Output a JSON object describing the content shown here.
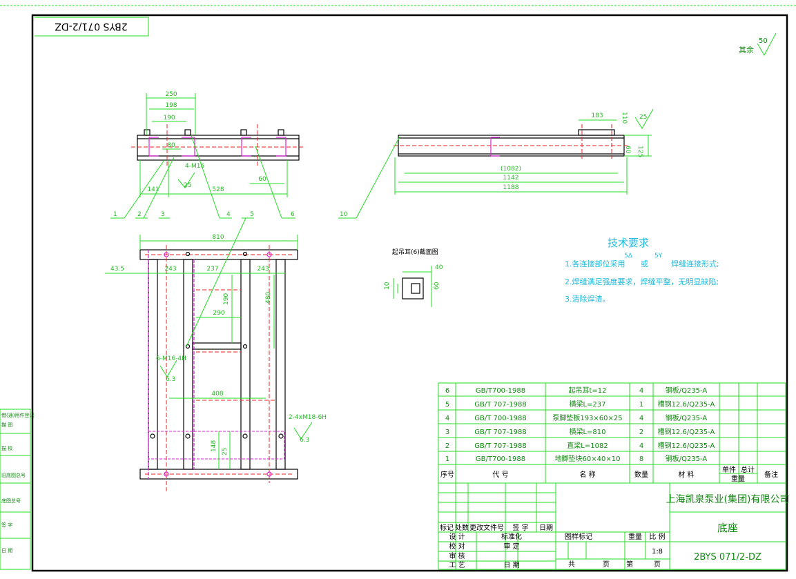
{
  "drawing": {
    "mirror_code": "2BYS 071/2-DZ",
    "roughness_label": "其余",
    "roughness_value": "50",
    "top_roughness_value": "25",
    "section_title": "起吊耳(6)截面图",
    "weld_spec_1": "6.3",
    "weld_spec_2": "6.3",
    "weld_spec_3": "25"
  },
  "top_view_dims": {
    "d250": "250",
    "d198": "198",
    "d190": "190",
    "d80": "80",
    "d141": "141",
    "d528": "528",
    "d60": "60",
    "bolt_callout": "4-M16"
  },
  "side_view_dims": {
    "d183": "183",
    "d1082": "(1082)",
    "d1142": "1142",
    "d1188": "1188",
    "d125": "125",
    "d60": "60",
    "d110": "110"
  },
  "plan_view_dims": {
    "d810": "810",
    "d43_5": "43.5",
    "d243a": "243",
    "d237": "237",
    "d243b": "243",
    "d290": "290",
    "d480": "480",
    "d190": "190",
    "d408": "408",
    "d148": "148",
    "d25": "25",
    "bolt_a": "6-M16-4H",
    "bolt_b": "2-4xM18-6H"
  },
  "section_dims": {
    "d40": "40",
    "d60": "60",
    "d10": "10"
  },
  "balloons": [
    "1",
    "2",
    "3",
    "4",
    "5",
    "6",
    "10"
  ],
  "tech": {
    "title": "技术要求",
    "line1": "1.各连接部位采用",
    "line1_mid": "或",
    "line1_end": "焊缝连接形式;",
    "weld_a": "5Δ",
    "weld_b": "5Y",
    "line2": "2.焊缝满足强度要求，焊缝平整，无明显缺陷;",
    "line3": "3.清除焊渣。"
  },
  "bom": {
    "rows": [
      {
        "no": "6",
        "code": "GB/T700-1988",
        "name": "起吊耳t=12",
        "qty": "4",
        "material": "钢板/Q235-A"
      },
      {
        "no": "5",
        "code": "GB/T 707-1988",
        "name": "横梁L=237",
        "qty": "1",
        "material": "槽钢12.6/Q235-A"
      },
      {
        "no": "4",
        "code": "GB/T 700-1988",
        "name": "泵脚垫板193×60×25",
        "qty": "4",
        "material": "钢板/Q235-A"
      },
      {
        "no": "3",
        "code": "GB/T 707-1988",
        "name": "横梁L=810",
        "qty": "2",
        "material": "槽钢12.6/Q235-A"
      },
      {
        "no": "2",
        "code": "GB/T 707-1988",
        "name": "直梁L=1082",
        "qty": "4",
        "material": "槽钢12.6/Q235-A"
      },
      {
        "no": "1",
        "code": "GB/T700-1988",
        "name": "地脚垫块60×40×10",
        "qty": "8",
        "material": "钢板/Q235-A"
      }
    ],
    "header": {
      "no": "序号",
      "code": "代    号",
      "name": "名    称",
      "qty": "数量",
      "material": "材    料",
      "unit": "单件",
      "total": "总计",
      "weight": "重量",
      "remark": "备注"
    }
  },
  "title_block": {
    "company": "上海凯泉泵业(集团)有限公司",
    "part_name": "底座",
    "drawing_no": "2BYS 071/2-DZ",
    "scale": "1:8",
    "labels": {
      "mark": "标记",
      "count": "处数",
      "change_doc": "更改文件号",
      "sign": "签 字",
      "date": "日期",
      "design": "设 计",
      "check": "校 对",
      "review": "审 核",
      "process": "工 艺",
      "standard": "标准化",
      "audit": "审 定",
      "approve": "日 期",
      "stage_mark": "图样标记",
      "weight": "重量",
      "scale_label": "比 例",
      "total": "共",
      "page": "页",
      "sheet": "第",
      "sheet_page": "页"
    }
  },
  "left_strip": [
    "借(通)用件登记",
    "旧底图总号",
    "底图总号",
    "签 字",
    "日 期",
    "描 图",
    "描 校"
  ]
}
